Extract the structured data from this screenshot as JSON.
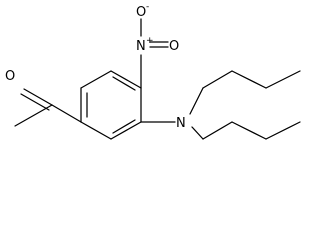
{
  "molecule": {
    "atoms": {
      "carbonyl_oxygen": "O",
      "nitro_nitrogen": "N",
      "nitro_nitrogen_charge": "+",
      "nitro_oxygen_top": "O",
      "nitro_oxygen_top_charge": "-",
      "nitro_oxygen_right": "O",
      "amine_nitrogen": "N"
    }
  }
}
